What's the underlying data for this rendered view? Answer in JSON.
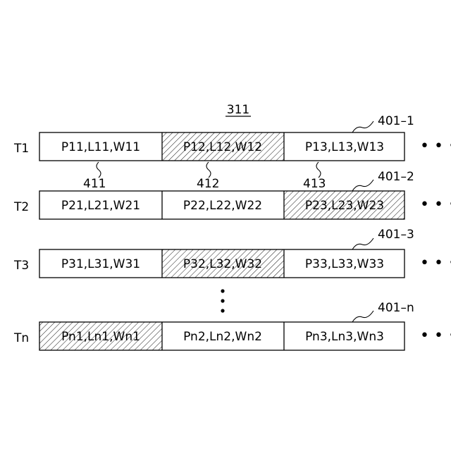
{
  "figure": {
    "reference": "311"
  },
  "rows": [
    {
      "label": "T1",
      "ref": "401–1",
      "cells": [
        "P11,L11,W11",
        "P12,L12,W12",
        "P13,L13,W13"
      ],
      "hatched": [
        false,
        true,
        false
      ]
    },
    {
      "label": "T2",
      "ref": "401–2",
      "cells": [
        "P21,L21,W21",
        "P22,L22,W22",
        "P23,L23,W23"
      ],
      "hatched": [
        false,
        false,
        true
      ]
    },
    {
      "label": "T3",
      "ref": "401–3",
      "cells": [
        "P31,L31,W31",
        "P32,L32,W32",
        "P33,L33,W33"
      ],
      "hatched": [
        false,
        true,
        false
      ]
    },
    {
      "label": "Tn",
      "ref": "401–n",
      "cells": [
        "Pn1,Ln1,Wn1",
        "Pn2,Ln2,Wn2",
        "Pn3,Ln3,Wn3"
      ],
      "hatched": [
        true,
        false,
        false
      ]
    }
  ],
  "column_refs": [
    "411",
    "412",
    "413"
  ]
}
